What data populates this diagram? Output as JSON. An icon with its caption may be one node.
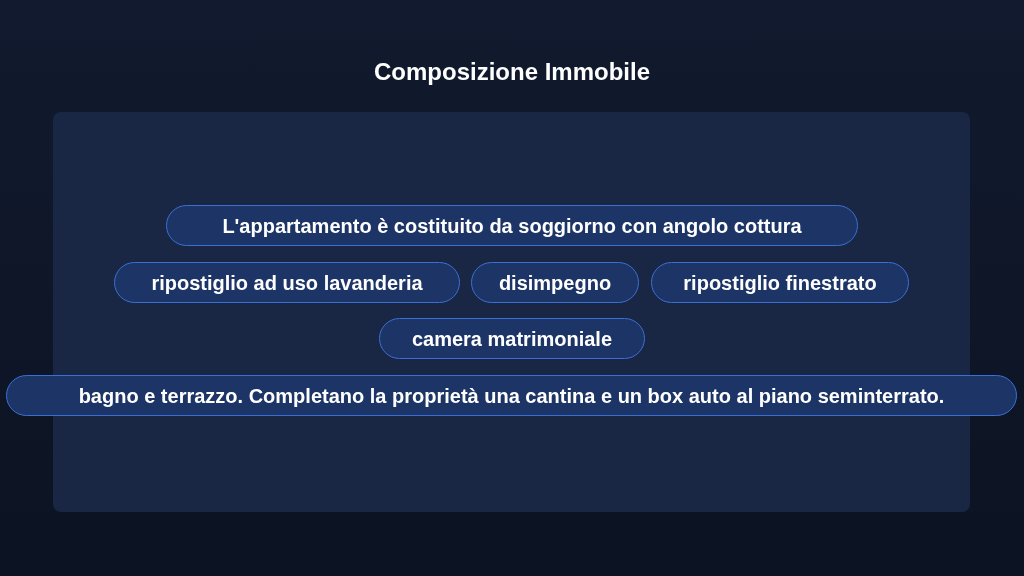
{
  "diagram": {
    "title": "Composizione Immobile",
    "nodes": [
      {
        "text": [],
        "shape": "box"
      },
      {
        "text": [
          "L'appartamento è costituito da soggiorno con angolo cottura"
        ],
        "in": 0
      },
      {
        "text": [
          "ripostiglio ad uso lavanderia"
        ],
        "in": 0
      },
      {
        "text": [
          "disimpegno"
        ],
        "in": 0
      },
      {
        "text": [
          "ripostiglio finestrato"
        ],
        "in": 0
      },
      {
        "text": [
          "camera matrimoniale"
        ],
        "in": 0
      },
      {
        "text": [
          "bagno e terrazzo. Completano la proprietà una cantina e un box auto al piano seminterrato."
        ]
      }
    ],
    "edges": []
  }
}
